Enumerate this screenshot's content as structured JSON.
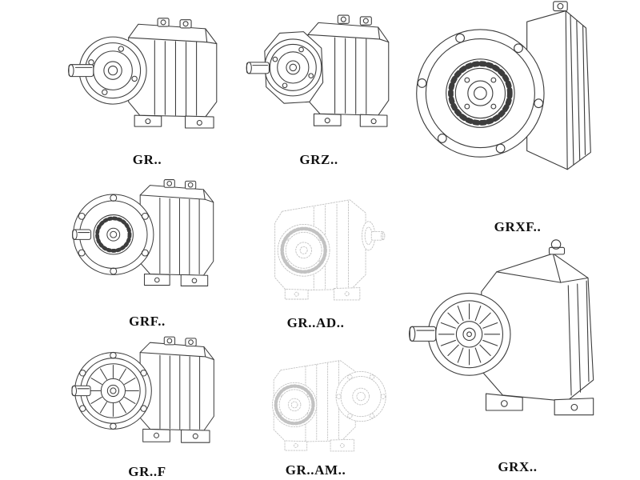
{
  "page": {
    "background": "#ffffff"
  },
  "colors": {
    "line": "#3d3d3d",
    "ghost_line": "#c2c2c2",
    "label": "#101010"
  },
  "figures": [
    {
      "id": "gr",
      "label": "GR..",
      "style": "dark"
    },
    {
      "id": "grz",
      "label": "GRZ..",
      "style": "dark"
    },
    {
      "id": "grxf",
      "label": "GRXF..",
      "style": "dark"
    },
    {
      "id": "grf",
      "label": "GRF..",
      "style": "dark"
    },
    {
      "id": "grad",
      "label": "GR..AD..",
      "style": "ghost"
    },
    {
      "id": "grff",
      "label": "GR..F",
      "style": "dark"
    },
    {
      "id": "gram",
      "label": "GR..AM..",
      "style": "ghost"
    },
    {
      "id": "grx",
      "label": "GRX..",
      "style": "dark"
    }
  ]
}
